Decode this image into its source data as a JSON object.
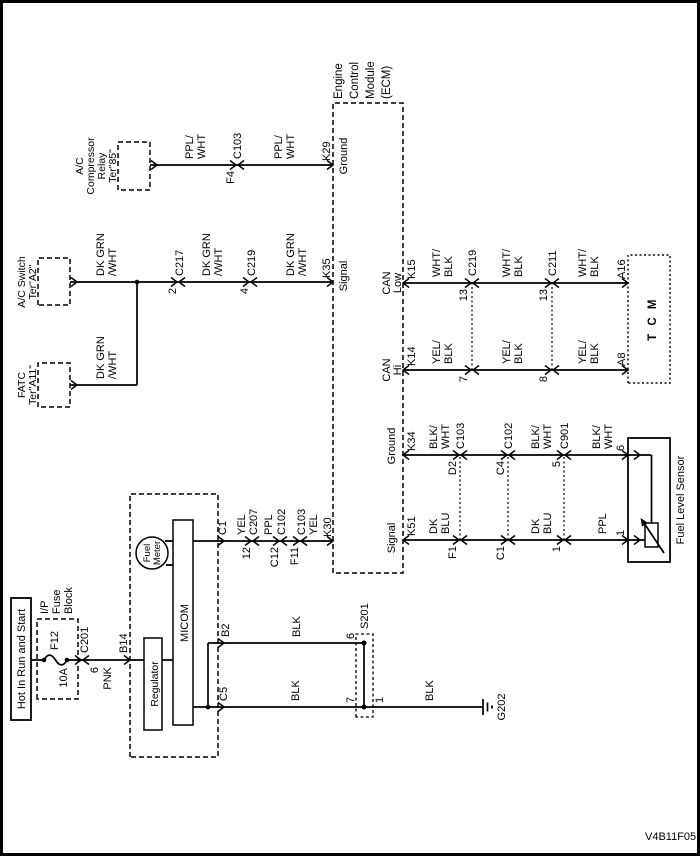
{
  "code": "V4B11F05",
  "power": {
    "hot": "Hot In Run and Start",
    "fuse_block": [
      "I/P",
      "Fuse",
      "Block"
    ],
    "amp": "10A",
    "fuse": "F12",
    "conn": "C201",
    "pin6": "6",
    "wire": "PNK",
    "term": "B14"
  },
  "cluster": {
    "regulator": "Regulator",
    "micom": "MICOM",
    "meter": [
      "Fuel",
      "Meter"
    ],
    "c1": "C1",
    "b2": "B2",
    "c5": "C5"
  },
  "mw": {
    "yel": "YEL",
    "pin12": "12",
    "c207": "C207",
    "ppl": "PPL",
    "c12": "C12",
    "c102": "C102",
    "f11": "F11",
    "c103": "C103",
    "k30": "K30"
  },
  "gp": {
    "blk": "BLK",
    "splice": "S201",
    "pin6": "6",
    "pin7": "7",
    "pin1": "1",
    "gnd": "G202"
  },
  "ac": {
    "sw": [
      "A/C Switch",
      "Ter\"A2\""
    ],
    "fatc": [
      "FATC",
      "Ter\"A11\""
    ],
    "relay": [
      "A/C",
      "Compressor",
      "Relay",
      "Ter\"85\""
    ],
    "dkgrn": [
      "DK GRN",
      "/WHT"
    ],
    "pplw": [
      "PPL/",
      "WHT"
    ],
    "pin2": "2",
    "c217": "C217",
    "pin4": "4",
    "c219": "C219",
    "k35": "K35",
    "signal": "Signal",
    "f4": "F4",
    "k29": "K29",
    "ground": "Ground"
  },
  "ecm": {
    "label": [
      "Engine",
      "Control",
      "Module",
      "(ECM)"
    ]
  },
  "can": {
    "k15": "K15",
    "k14": "K14",
    "can": "CAN",
    "low": "Low",
    "hi": "Hi",
    "whtblk": [
      "WHT/",
      "BLK"
    ],
    "yelblk": [
      "YEL/",
      "BLK"
    ],
    "pin13": "13",
    "pin7": "7",
    "pin8": "8",
    "c211": "C211",
    "a16": "A16",
    "a8": "A8",
    "tcm": "T C M"
  },
  "fuel": {
    "k34": "K34",
    "k51": "K51",
    "ground": "Ground",
    "signal": "Signal",
    "blkwht": [
      "BLK/",
      "WHT"
    ],
    "dkblu": [
      "DK",
      "BLU"
    ],
    "d2": "D2",
    "f1": "F1",
    "c4": "C4",
    "c1": "C1",
    "pin5": "5",
    "pin1": "1",
    "c901": "C901",
    "pin6": "6",
    "sensor": "Fuel Level Sensor"
  }
}
